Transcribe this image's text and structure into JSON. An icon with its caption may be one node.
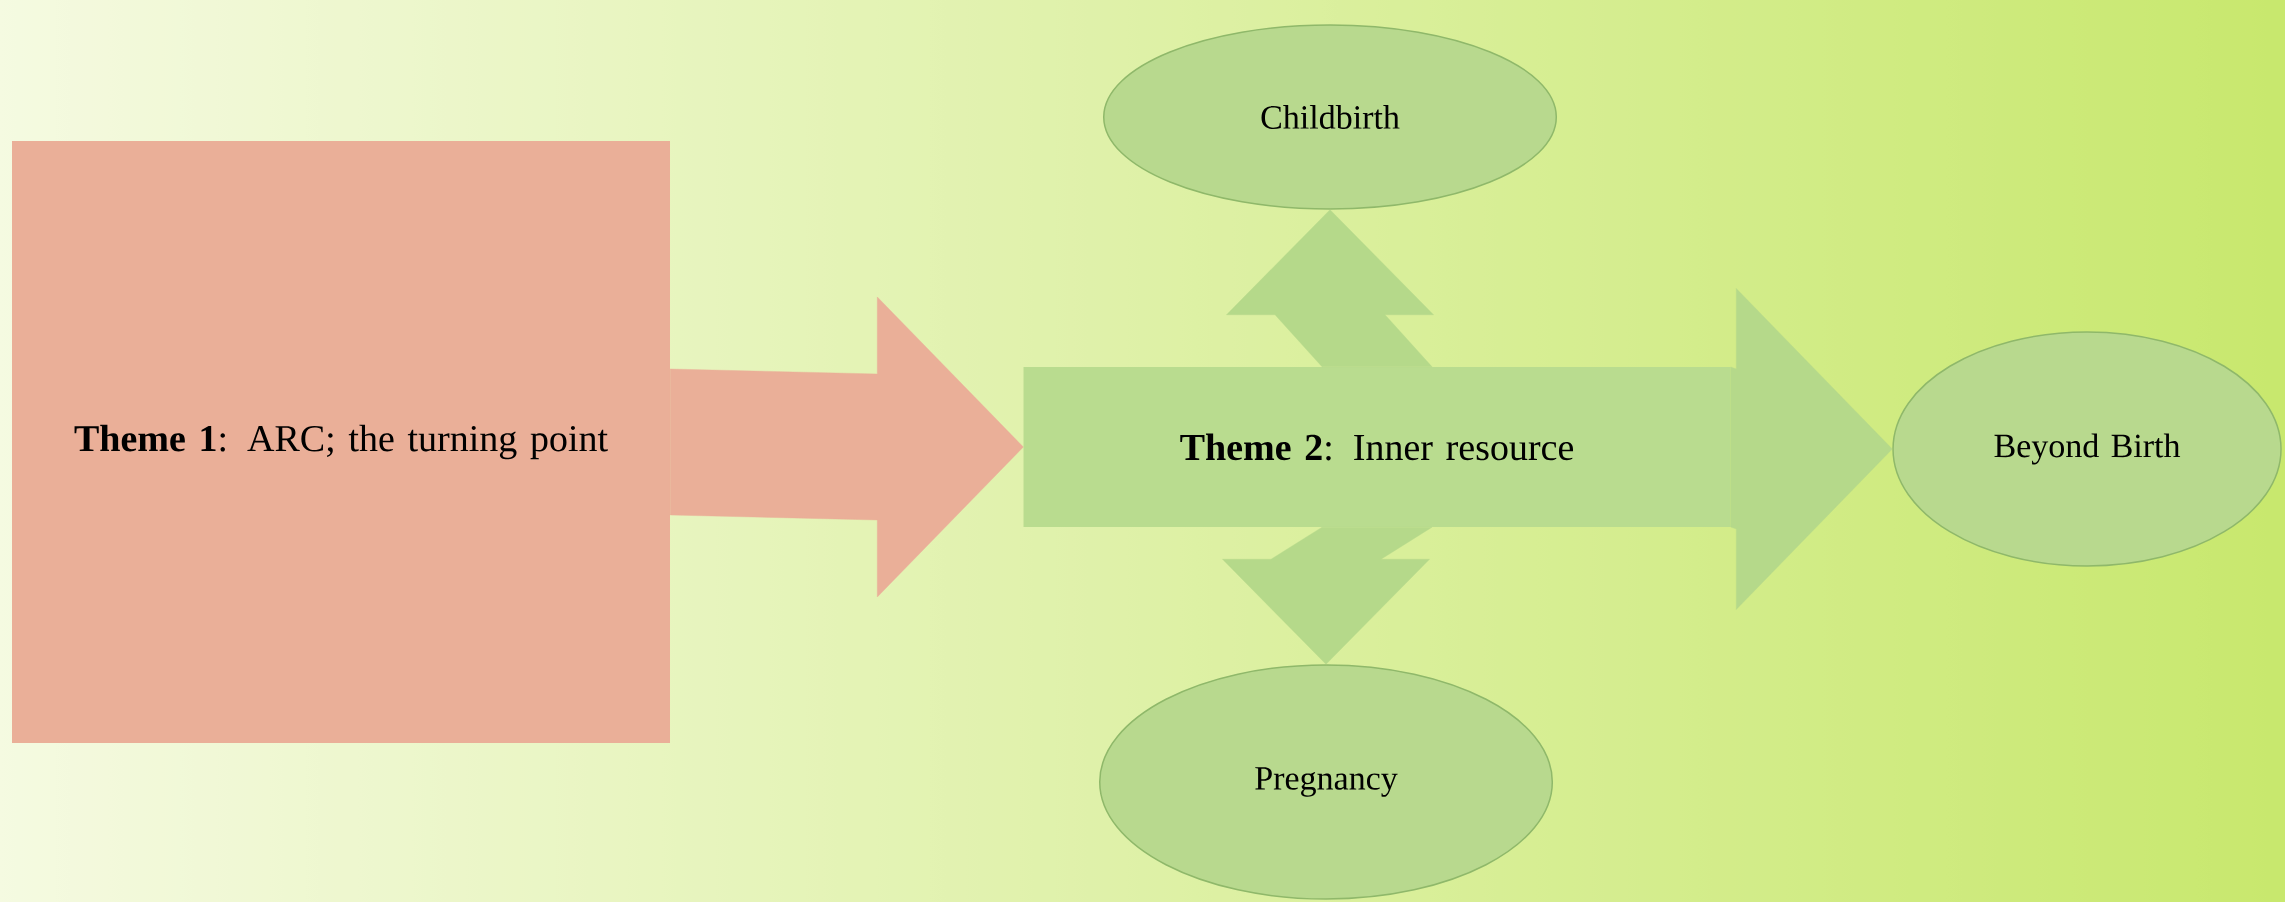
{
  "diagram": {
    "nodes": [
      {
        "text": [
          "**Theme 1**: ARC; the turning point"
        ]
      },
      {
        "text": [
          "**Theme 2**: Inner resource"
        ]
      },
      {
        "text": [
          "Childbirth"
        ]
      },
      {
        "text": [
          "Beyond Birth"
        ]
      },
      {
        "text": [
          "Pregnancy"
        ]
      }
    ],
    "edges": [
      {
        "from": 0,
        "to": 1,
        "arrow": "to",
        "color": "#eaaf98"
      },
      {
        "from": 1,
        "to": 2,
        "arrow": "to"
      },
      {
        "from": 1,
        "to": 3,
        "arrow": "to"
      },
      {
        "from": 1,
        "to": 4,
        "arrow": "to"
      }
    ]
  }
}
